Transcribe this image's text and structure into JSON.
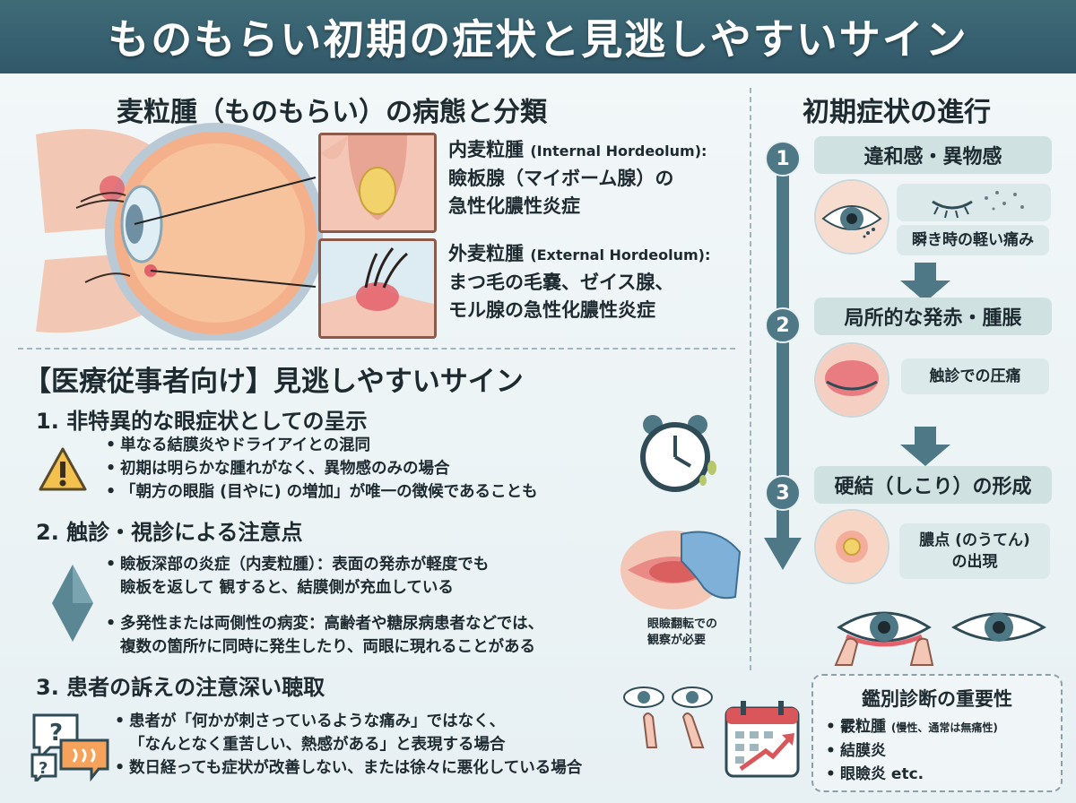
{
  "header": {
    "title": "ものもらい初期の症状と見逃しやすいサイン"
  },
  "pathology": {
    "title": "麦粒腫（ものもらい）の病態と分類",
    "internal": {
      "name": "内麦粒腫",
      "en": "(Internal Hordeolum):",
      "line1": "瞼板腺（マイボーム腺）の",
      "line2": "急性化膿性炎症"
    },
    "external": {
      "name": "外麦粒腫",
      "en": "(External Hordeolum):",
      "line1": "まつ毛の毛嚢、ゼイス腺、",
      "line2": "モル腺の急性化膿性炎症"
    }
  },
  "signs": {
    "title": "【医療従事者向け】見逃しやすいサイン",
    "section1": {
      "title": "1. 非特異的な眼症状としての呈示",
      "bullets": [
        "単なる結膜炎やドライアイとの混同",
        "初期は明らかな腫れがなく、異物感のみの場合",
        "「朝方の眼脂 (目やに) の増加」が唯一の徴候であることも"
      ]
    },
    "section2": {
      "title": "2. 触診・視診による注意点",
      "bullet1_line1": "瞼板深部の炎症（内麦粒腫）：表面の発赤が軽度でも",
      "bullet1_line2": "瞼板を返して 観すると、結膜側が充血している",
      "bullet2_line1": "多発性または両側性の病変：高齢者や糖尿病患者などでは、",
      "bullet2_line2": "複数の箇所ｹに同時に発生したり、両眼に現れることがある",
      "side_note_line1": "眼瞼翻転での",
      "side_note_line2": "観察が必要"
    },
    "section3": {
      "title": "3. 患者の訴えの注意深い聴取",
      "bullet1_line1": "患者が「何かが刺さっているような痛み」ではなく、",
      "bullet1_line2": "「なんとなく重苦しい、熱感がある」と表現する場合",
      "bullet2": "数日経っても症状が改善しない、または徐々に悪化している場合"
    }
  },
  "progression": {
    "title": "初期症状の進行",
    "steps": [
      {
        "num": "1",
        "title": "違和感・異物感",
        "note": "瞬き時の軽い痛み"
      },
      {
        "num": "2",
        "title": "局所的な発赤・腫脹",
        "note": "触診での圧痛"
      },
      {
        "num": "3",
        "title": "硬結（しこり）の形成",
        "note_line1": "膿点 (のうてん)",
        "note_line2": "の出現"
      }
    ]
  },
  "differential": {
    "title": "鑑別診断の重要性",
    "items": [
      {
        "label": "霰粒腫",
        "small": "(慢性、通常は無痛性)"
      },
      {
        "label": "結膜炎"
      },
      {
        "label": "眼瞼炎 etc."
      }
    ]
  },
  "colors": {
    "header": "#3f6b77",
    "accent": "#4f7886",
    "step_box": "#cfe2e1",
    "inflamed": "#e4606b",
    "pus": "#f2d36b"
  }
}
